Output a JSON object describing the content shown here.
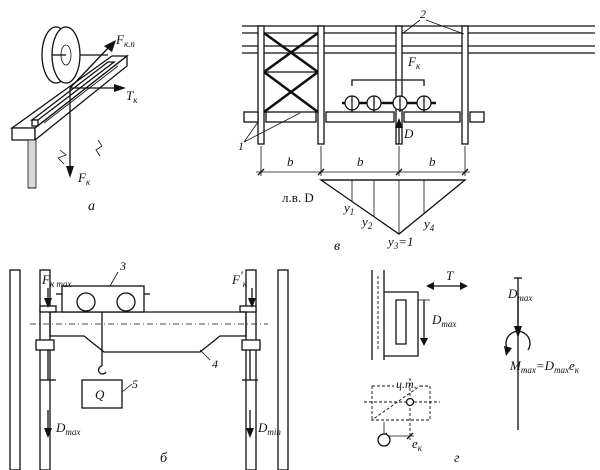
{
  "panels": {
    "a": {
      "caption": "а",
      "force_crane": {
        "main": "F",
        "sub": "к.п"
      },
      "force_t": {
        "main": "T",
        "sub": "к"
      },
      "force_f": {
        "main": "F",
        "sub": "к"
      }
    },
    "v": {
      "caption": "в",
      "label_2": "2",
      "label_1": "1",
      "force_fk": {
        "main": "F",
        "sub": "к"
      },
      "label_d": "D",
      "span_b": [
        "b",
        "b",
        "b"
      ],
      "influence_line": "л.в. D",
      "y1": {
        "main": "y",
        "sub": "1"
      },
      "y2": {
        "main": "y",
        "sub": "2"
      },
      "y3": {
        "main": "y",
        "sub": "3",
        "eq": "=1"
      },
      "y4": {
        "main": "y",
        "sub": "4"
      }
    },
    "b": {
      "caption": "б",
      "fkmax": {
        "main": "F",
        "sub": "к max"
      },
      "fk_prime": {
        "main": "F",
        "prime": "′",
        "sub": "к"
      },
      "label_3": "3",
      "label_4": "4",
      "label_5": "5",
      "q": "Q",
      "dmax": {
        "main": "D",
        "sub": "max"
      },
      "dmin": {
        "main": "D",
        "sub": "min"
      }
    },
    "g": {
      "caption": "г",
      "t": "T",
      "dmax_mid": {
        "main": "D",
        "sub": "max"
      },
      "ct": "ц.т.",
      "ek": {
        "main": "e",
        "sub": "к"
      },
      "dmax_right": {
        "main": "D",
        "sub": "max"
      },
      "mmax": {
        "m": "M",
        "msub": "max",
        "eq": "=D",
        "dsub": "max",
        "e": "e",
        "esub": "к"
      }
    }
  }
}
